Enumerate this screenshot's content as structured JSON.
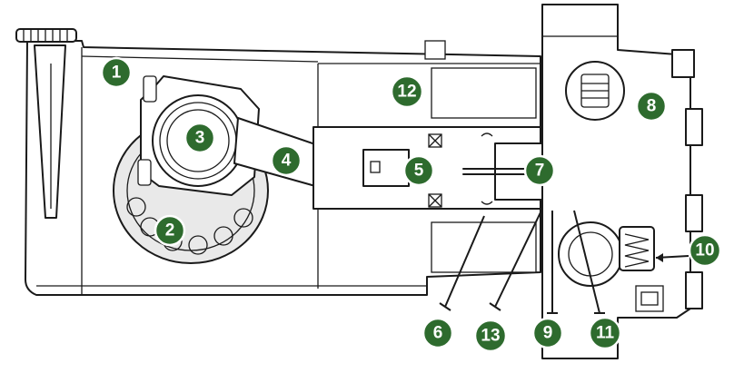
{
  "colors": {
    "callout_fill": "#2e6b2e",
    "callout_text": "#ffffff",
    "line": "#1a1a1a"
  },
  "callouts": [
    {
      "label": "1"
    },
    {
      "label": "2"
    },
    {
      "label": "3"
    },
    {
      "label": "4"
    },
    {
      "label": "5"
    },
    {
      "label": "6"
    },
    {
      "label": "7"
    },
    {
      "label": "8"
    },
    {
      "label": "9"
    },
    {
      "label": "10"
    },
    {
      "label": "11"
    },
    {
      "label": "12"
    },
    {
      "label": "13"
    }
  ]
}
